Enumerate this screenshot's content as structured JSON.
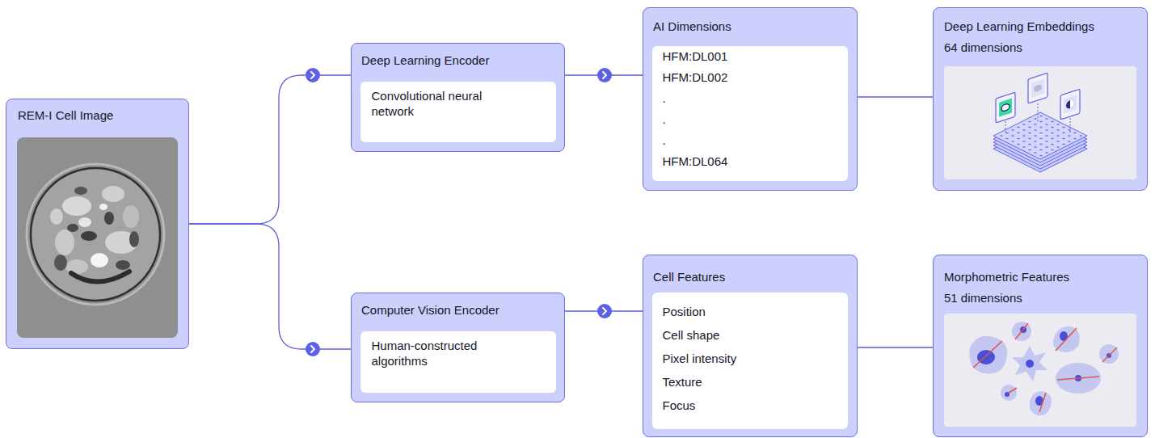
{
  "diagram": {
    "nodes": [
      {
        "text": [
          "REM-I Cell Image"
        ]
      },
      {
        "text": [
          "Deep Learning Encoder"
        ]
      },
      {
        "text": [
          "Convolutional neural network"
        ],
        "in": 1
      },
      {
        "text": [
          "AI Dimensions"
        ]
      },
      {
        "text": [
          "HFM:DL001",
          "HFM:DL002",
          ".",
          ".",
          ".",
          "HFM:DL064"
        ],
        "in": 3
      },
      {
        "text": [
          "Deep Learning Embeddings",
          "64 dimensions"
        ]
      },
      {
        "text": [
          "Computer Vision Encoder"
        ]
      },
      {
        "text": [
          "Human-constructed algorithms"
        ],
        "in": 6
      },
      {
        "text": [
          "Cell Features"
        ]
      },
      {
        "text": [
          "Position",
          "Cell shape",
          "Pixel intensity",
          "Texture",
          "Focus"
        ],
        "in": 8
      },
      {
        "text": [
          "Morphometric Features",
          "51 dimensions"
        ]
      }
    ],
    "edges": [
      {
        "from": 0,
        "to": 1,
        "arrow": "to"
      },
      {
        "from": 0,
        "to": 6,
        "arrow": "to"
      },
      {
        "from": 1,
        "to": 3,
        "arrow": "to"
      },
      {
        "from": 3,
        "to": 5,
        "arrow": "none"
      },
      {
        "from": 6,
        "to": 8,
        "arrow": "to"
      },
      {
        "from": 8,
        "to": 10,
        "arrow": "none"
      }
    ]
  }
}
